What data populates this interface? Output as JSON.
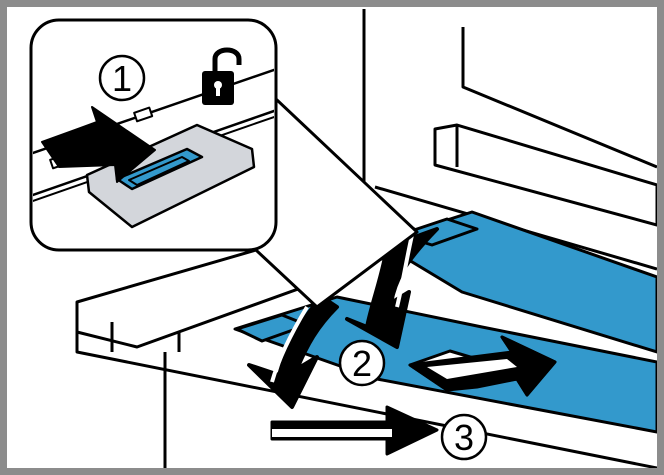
{
  "figure": {
    "steps": [
      {
        "number": "1",
        "action": "push-release-latch"
      },
      {
        "number": "2",
        "action": "lower-shelf-front"
      },
      {
        "number": "3",
        "action": "pull-shelf-out"
      }
    ],
    "icons": [
      "lock-icon-unlocked",
      "push-arrow-icon",
      "curved-arrow-icon",
      "straight-arrow-icon"
    ],
    "colors": {
      "accent_blue": "#3399cc",
      "latch_grey": "#d3d6db",
      "frame_grey": "#8c8c8c",
      "outline": "#000000"
    }
  }
}
